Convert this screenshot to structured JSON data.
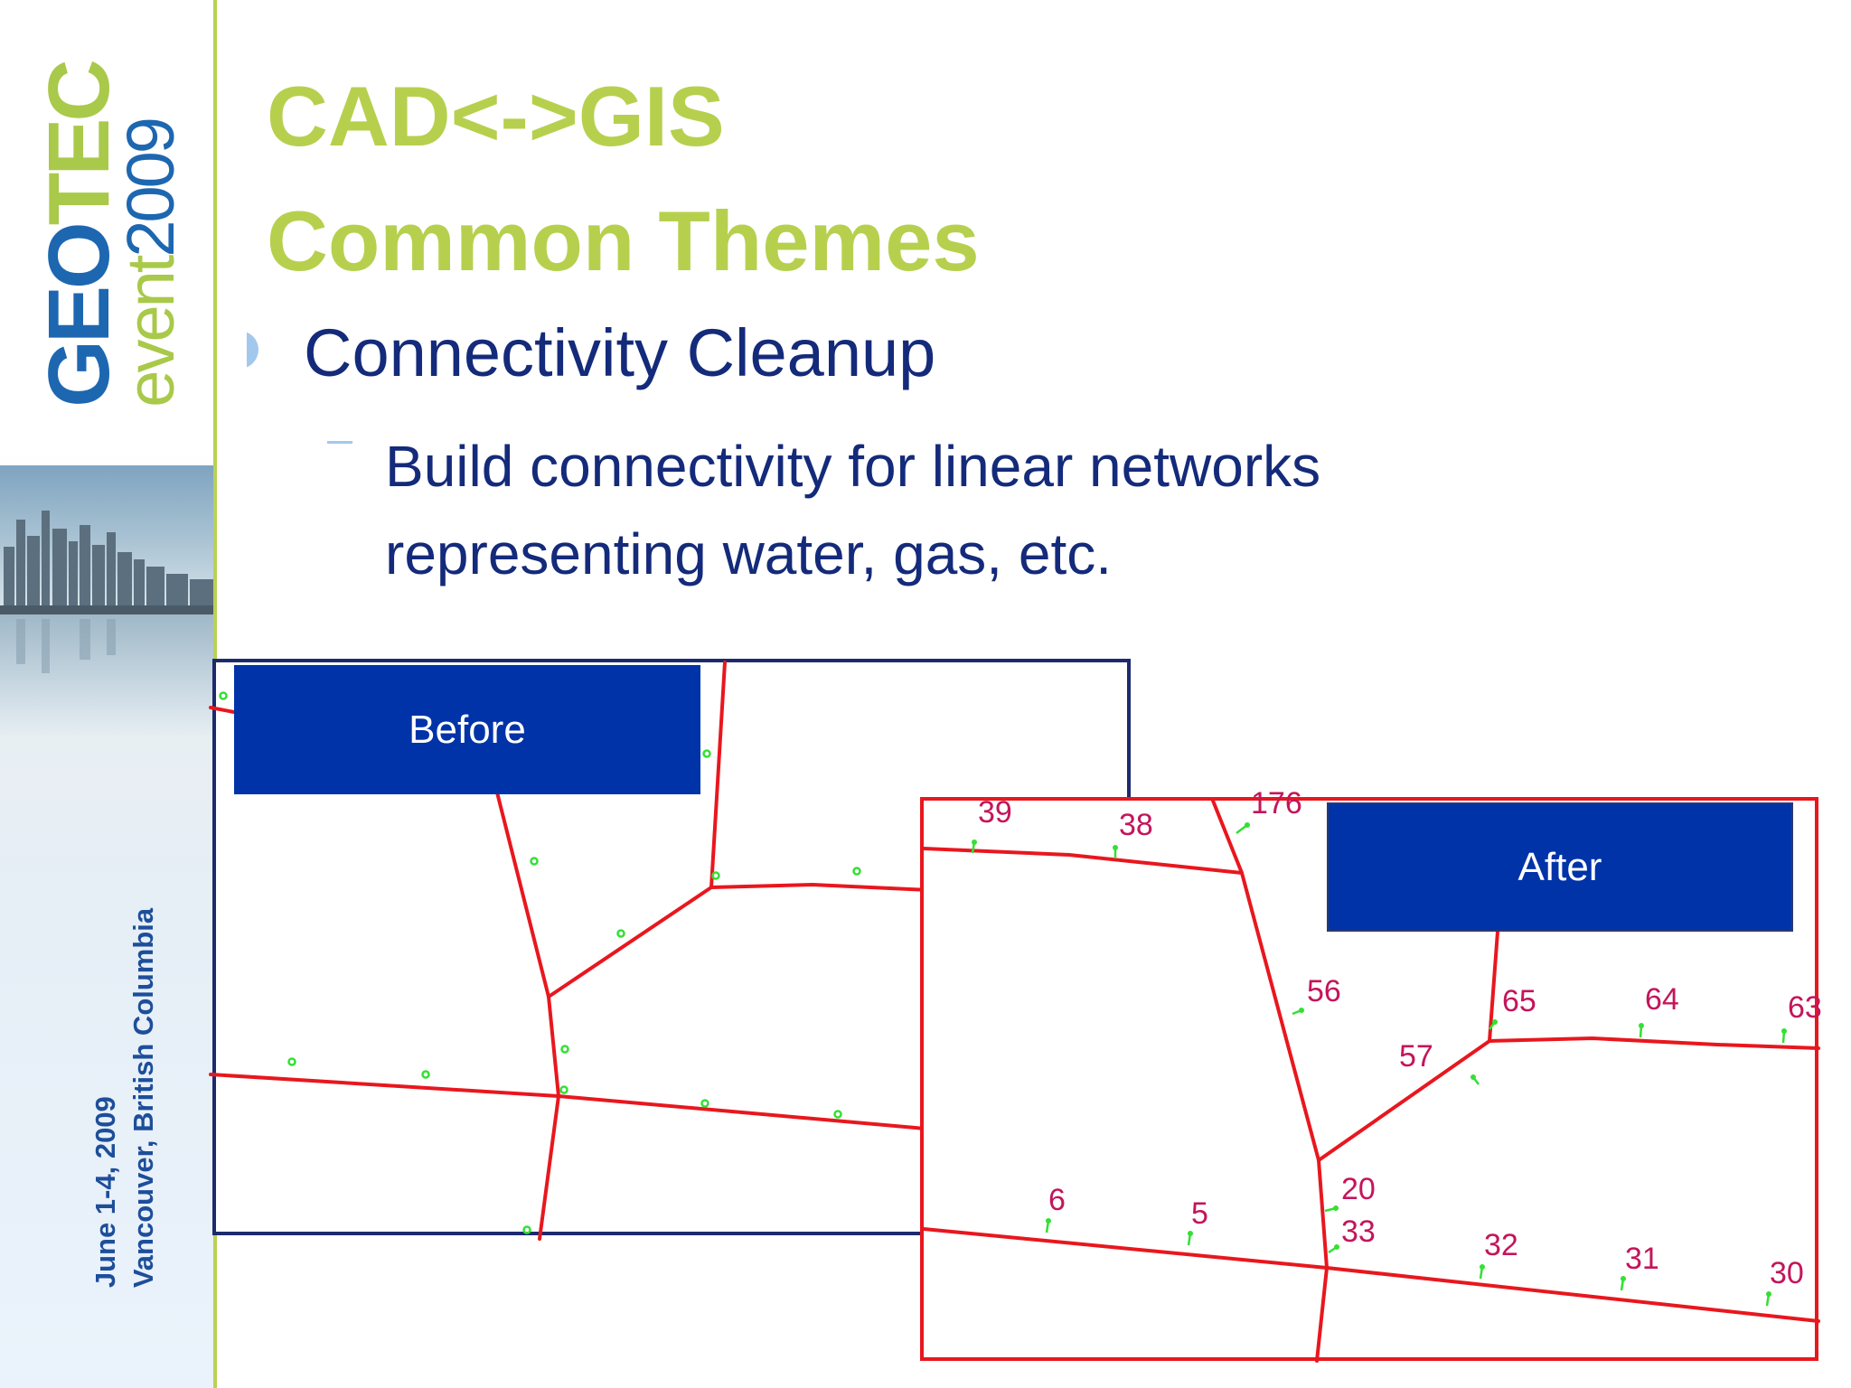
{
  "sidebar": {
    "logo": {
      "geo": "GEO",
      "tec": "TEC",
      "event": "event",
      "year": "2009"
    },
    "event_date": "June 1-4, 2009",
    "event_location": "Vancouver, British Columbia"
  },
  "slide": {
    "title_line1": "CAD<->GIS",
    "title_line2": "Common Themes",
    "bullet": "Connectivity Cleanup",
    "sub_bullet": "Build connectivity for linear networks representing water, gas, etc."
  },
  "before_panel": {
    "label": "Before"
  },
  "after_panel": {
    "label": "After",
    "node_labels": [
      "39",
      "38",
      "176",
      "56",
      "65",
      "64",
      "63",
      "57",
      "20",
      "33",
      "6",
      "5",
      "32",
      "31",
      "30"
    ]
  },
  "colors": {
    "title": "#b6d04e",
    "body_text": "#142a7a",
    "label_box": "#0033a8",
    "network_line": "#e8171e",
    "node_marker": "#33e033",
    "node_label": "#c4155b"
  }
}
